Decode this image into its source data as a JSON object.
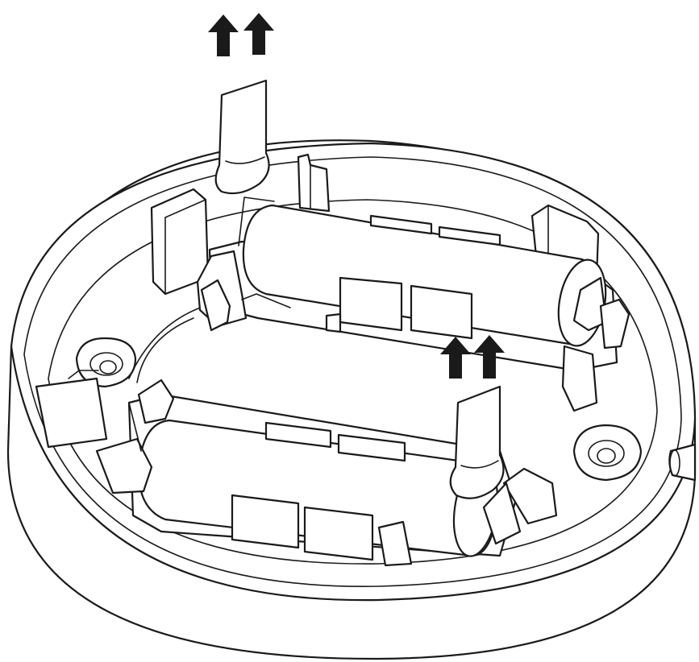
{
  "colors": {
    "line": "#1a1a1a",
    "background": "#ffffff",
    "arrow": "#1a1a1a"
  },
  "illustration": {
    "parts": [
      "device-base",
      "battery-top",
      "battery-bottom",
      "pull-tab-top",
      "pull-tab-bottom",
      "arrow-pair-top",
      "arrow-pair-middle",
      "side-button"
    ]
  }
}
